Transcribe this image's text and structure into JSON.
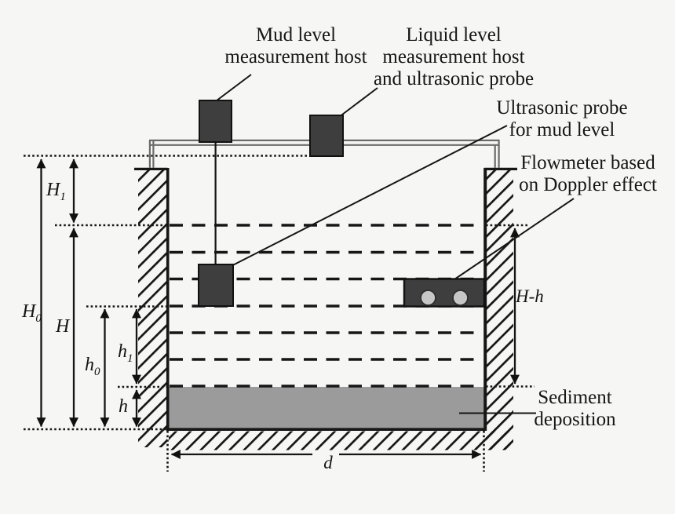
{
  "figure": {
    "colors": {
      "background": "#f6f6f4",
      "ink": "#161616",
      "device_fill": "#3e3e3e",
      "rail": "#6b6b6b",
      "sediment_fill": "#9b9b9b",
      "wheel_fill": "#c6c6c6"
    },
    "labels": {
      "mud_host": "Mud level\nmeasurement host",
      "liquid_host": "Liquid level\nmeasurement host\nand ultrasonic probe",
      "mud_probe": "Ultrasonic probe\nfor mud level",
      "flowmeter": "Flowmeter based\non Doppler effect",
      "sediment": "Sediment\ndeposition"
    },
    "dimensions": {
      "H1": {
        "base": "H",
        "sub": "1"
      },
      "H0": {
        "base": "H",
        "sub": "0"
      },
      "H": {
        "base": "H",
        "sub": ""
      },
      "h0": {
        "base": "h",
        "sub": "0"
      },
      "h1": {
        "base": "h",
        "sub": "1"
      },
      "h": {
        "base": "h",
        "sub": ""
      },
      "H_minus_h": {
        "base": "H-h",
        "sub": ""
      },
      "d": {
        "base": "d",
        "sub": ""
      }
    }
  }
}
